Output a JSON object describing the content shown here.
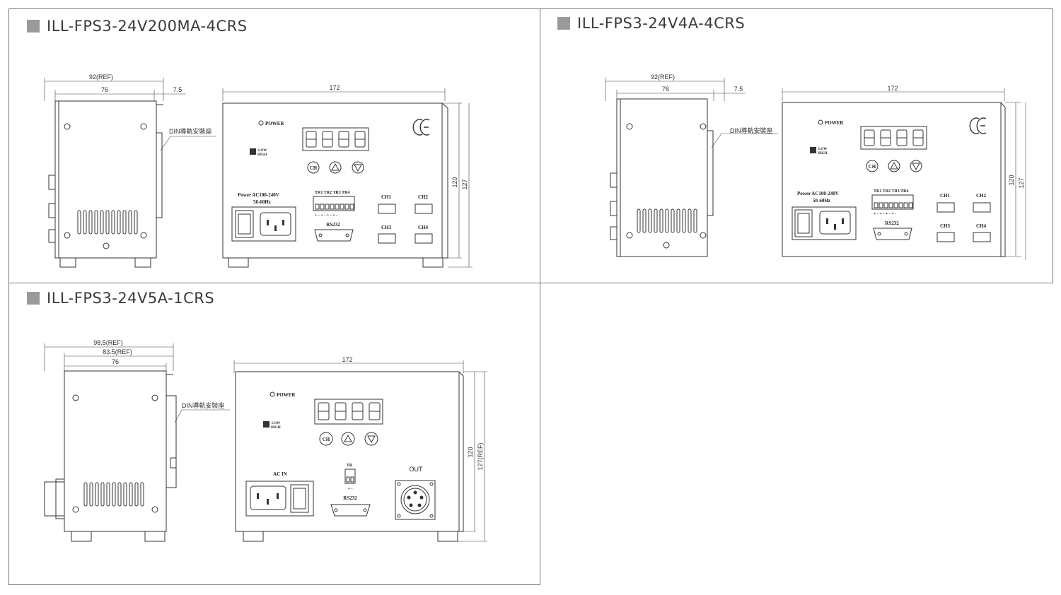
{
  "panels": [
    {
      "title": "ILL-FPS3-24V200MA-4CRS",
      "side": {
        "dim_ref": "92(REF)",
        "dim_76": "76",
        "dim_75": "7.5",
        "din_label": "DIN導軌安裝座"
      },
      "front": {
        "dim_width": "172",
        "dim_120": "120",
        "dim_127": "127",
        "power": "POWER",
        "low": "LOW",
        "high": "HIGH",
        "power_in_1": "Power AC100-240V",
        "power_in_2": "50-60Hz",
        "tr": "TR1 TR2 TR3 TR4",
        "rs232": "RS232",
        "ch1": "CH1",
        "ch2": "CH2",
        "ch3": "CH3",
        "ch4": "CH4",
        "ch_btn": "CH",
        "pm": "+ - + - + - + -"
      }
    },
    {
      "title": "ILL-FPS3-24V4A-4CRS",
      "side": {
        "dim_ref": "92(REF)",
        "dim_76": "76",
        "dim_75": "7.5",
        "din_label": "DIN導軌安裝座"
      },
      "front": {
        "dim_width": "172",
        "dim_120": "120",
        "dim_127": "127",
        "power": "POWER",
        "low": "LOW",
        "high": "HIGH",
        "power_in_1": "Power AC100-240V",
        "power_in_2": "50-60Hz",
        "tr": "TR1 TR2 TR3 TR4",
        "rs232": "RS232",
        "ch1": "CH1",
        "ch2": "CH2",
        "ch3": "CH3",
        "ch4": "CH4",
        "ch_btn": "CH",
        "pm": "+ - + - + - + -"
      }
    },
    {
      "title": "ILL-FPS3-24V5A-1CRS",
      "side": {
        "dim_ref1": "98.5(REF)",
        "dim_ref2": "83.5(REF)",
        "dim_76": "76",
        "din_label": "DIN導軌安裝座"
      },
      "front": {
        "dim_width": "172",
        "dim_120": "120",
        "dim_127": "127(REF)",
        "power": "POWER",
        "low": "LOW",
        "high": "HIGH",
        "ac_in": "AC IN",
        "tr": "TR",
        "tr_pm": "+ -",
        "rs232": "RS232",
        "out": "OUT",
        "ch_btn": "CH"
      }
    }
  ]
}
